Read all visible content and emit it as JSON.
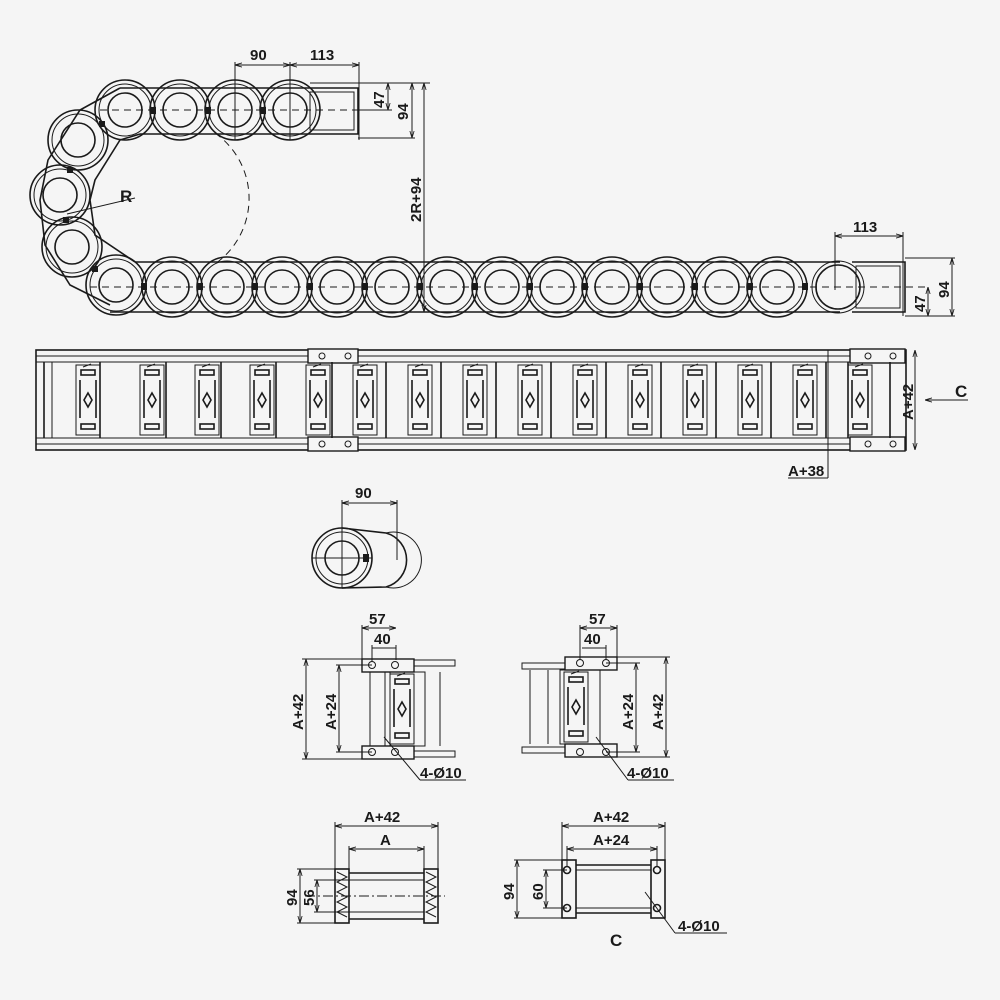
{
  "drawing": {
    "subject": "Cable drag chain (energy chain) technical drawing",
    "side_view": {
      "pitch_label": "90",
      "bracket_length_top_label": "113",
      "bracket_half_height_top_label": "47",
      "link_height_top_label": "94",
      "overall_height_label": "2R+94",
      "radius_label": "R",
      "bracket_length_bottom_label": "113",
      "bracket_half_height_bottom_label": "47",
      "link_height_bottom_label": "94"
    },
    "top_view": {
      "outer_width_label": "A+42",
      "inner_width_label": "A+38",
      "view_arrow_label": "C"
    },
    "single_link": {
      "pitch_label": "90"
    },
    "bracket_left": {
      "length_label": "57",
      "hole_spacing_label": "40",
      "outer_width_label": "A+42",
      "hole_width_label": "A+24",
      "holes_label": "4-Ø10"
    },
    "bracket_right": {
      "length_label": "57",
      "hole_spacing_label": "40",
      "hole_width_label": "A+24",
      "outer_width_label": "A+42",
      "holes_label": "4-Ø10"
    },
    "section_link": {
      "outer_width_label": "A+42",
      "inner_width_label": "A",
      "height_label": "94",
      "inner_height_label": "56"
    },
    "section_c": {
      "outer_width_label": "A+42",
      "hole_width_label": "A+24",
      "height_label": "94",
      "hole_height_label": "60",
      "holes_label": "4-Ø10",
      "view_label": "C"
    }
  },
  "colors": {
    "background": "#f5f5f5",
    "line": "#1a1a1a"
  }
}
